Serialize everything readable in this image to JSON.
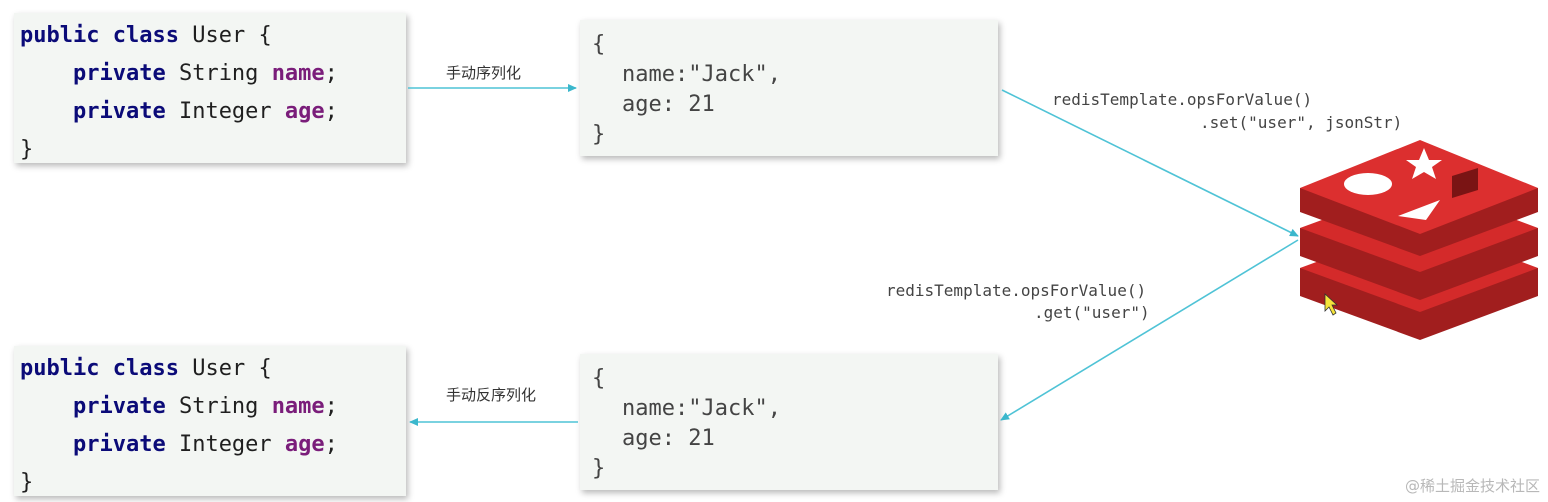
{
  "colors": {
    "arrow": "#4fc3d6",
    "box_bg": "#f3f6f3",
    "keyword": "#0b0b78",
    "field": "#7a1d7a",
    "redis_red": "#d42a2a"
  },
  "java_top": {
    "line1": {
      "kw1": "public",
      "kw2": "class",
      "name": "User",
      "brace": "{"
    },
    "line2": {
      "kw": "private",
      "type": "String",
      "field": "name",
      "end": ";"
    },
    "line3": {
      "kw": "private",
      "type": "Integer",
      "field": "age",
      "end": ";"
    },
    "line4": "}"
  },
  "java_bottom": {
    "line1": {
      "kw1": "public",
      "kw2": "class",
      "name": "User",
      "brace": "{"
    },
    "line2": {
      "kw": "private",
      "type": "String",
      "field": "name",
      "end": ";"
    },
    "line3": {
      "kw": "private",
      "type": "Integer",
      "field": "age",
      "end": ";"
    },
    "line4": "}"
  },
  "json_top": {
    "open": "{",
    "name_line": "name:\"Jack\",",
    "age_line": "age: 21",
    "close": "}"
  },
  "json_bottom": {
    "open": "{",
    "name_line": "name:\"Jack\",",
    "age_line": "age: 21",
    "close": "}"
  },
  "labels": {
    "serialize": "手动序列化",
    "deserialize": "手动反序列化",
    "set_line1": "redisTemplate.opsForValue()",
    "set_line2": ".set(\"user\", jsonStr)",
    "get_line1": "redisTemplate.opsForValue()",
    "get_line2": ".get(\"user\")"
  },
  "watermark": "@稀土掘金技术社区",
  "icons": {
    "redis": "redis-logo-icon",
    "cursor": "mouse-cursor-icon"
  }
}
